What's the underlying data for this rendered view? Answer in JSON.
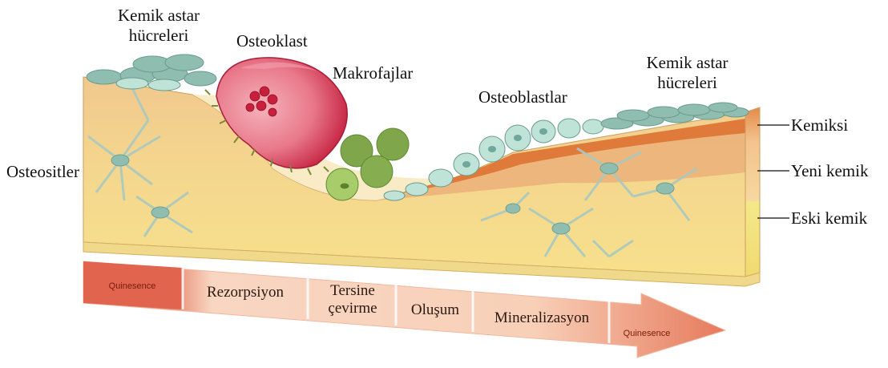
{
  "labels": {
    "lining_cells_left": "Kemik astar\nhücreleri",
    "osteoclast": "Osteoklast",
    "macrophages": "Makrofajlar",
    "osteoblasts": "Osteoblastlar",
    "lining_cells_right": "Kemik astar\nhücreleri",
    "osteocytes": "Osteositler",
    "osteoid": "Kemiksi",
    "new_bone": "Yeni kemik",
    "old_bone": "Eski kemik"
  },
  "phases": [
    {
      "label": "Quinesence"
    },
    {
      "label": "Rezorpsiyon"
    },
    {
      "label": "Tersine\nçevirme"
    },
    {
      "label": "Oluşum"
    },
    {
      "label": "Mineralizasyon"
    },
    {
      "label": "Quinesence"
    }
  ],
  "colors": {
    "bone_old": "#f5dd8a",
    "bone_top": "#f2c98a",
    "new_bone": "#eab07a",
    "osteoid": "#e07a3a",
    "lining_cell": "#8fbdaf",
    "osteoblast": "#bfe3d6",
    "osteoclast": "#d8435a",
    "macrophage": "#7fa64a",
    "arrow_start": "#e0644e",
    "arrow_mid": "#f8d2b8",
    "arrow_end": "#e88a6a"
  }
}
